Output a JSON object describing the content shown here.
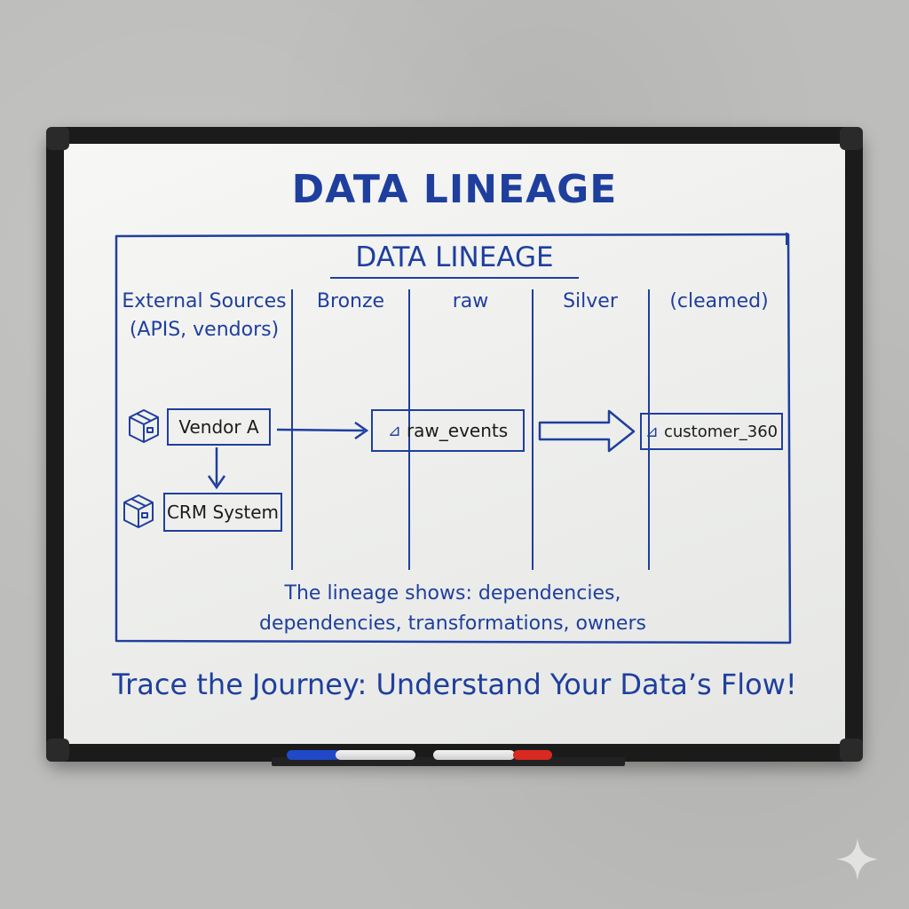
{
  "board": {
    "title": "DATA LINEAGE",
    "inner_title": "DATA LINEAGE",
    "columns": [
      {
        "label_line1": "External Sources",
        "label_line2": "(APIS, vendors)"
      },
      {
        "label_line1": "Bronze"
      },
      {
        "label_line1": "raw"
      },
      {
        "label_line1": "Silver"
      },
      {
        "label_line1": "(cleamed)"
      }
    ],
    "nodes": {
      "vendor_a": "Vendor A",
      "crm_system": "CRM System",
      "raw_events": "raw_events",
      "customer_360": "customer_360"
    },
    "caption_line1": "The lineage shows: dependencies,",
    "caption_line2": "dependencies, transformations, owners",
    "tagline": "Trace the Journey: Understand Your Data’s Flow!"
  },
  "colors": {
    "ink": "#1f3f9e",
    "frame": "#1b1b1b",
    "board": "#f2f2f0",
    "wall": "#bdbdbb",
    "marker_blue": "#2148c8",
    "marker_red": "#d82a20"
  },
  "icons": [
    "package-icon",
    "table-icon",
    "sparkle-icon"
  ]
}
